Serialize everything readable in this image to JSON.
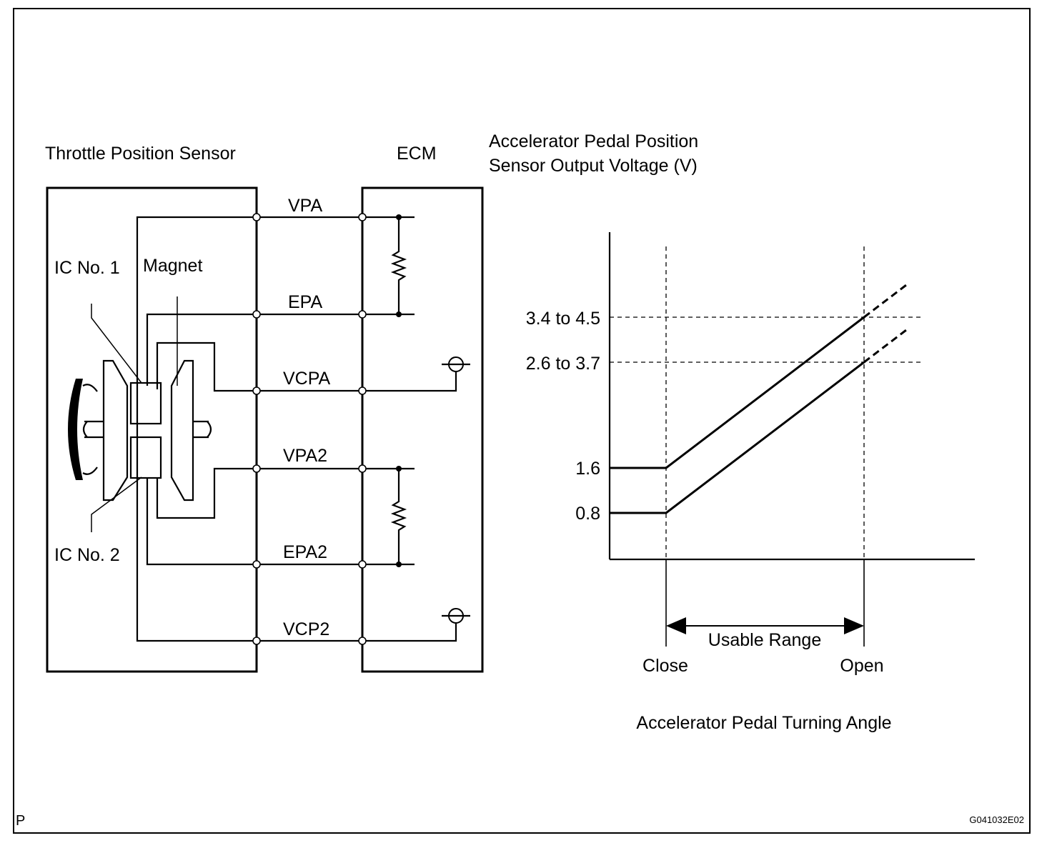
{
  "sensor_title": "Throttle Position Sensor",
  "ecm_title": "ECM",
  "component_labels": {
    "ic1": "IC No. 1",
    "ic2": "IC No. 2",
    "magnet": "Magnet"
  },
  "terminals": [
    "VPA",
    "EPA",
    "VCPA",
    "VPA2",
    "EPA2",
    "VCP2"
  ],
  "graph": {
    "y_title_line1": "Accelerator Pedal Position",
    "y_title_line2": "Sensor Output Voltage (V)",
    "x_title": "Accelerator Pedal Turning Angle",
    "y_ticks": [
      "3.4 to 4.5",
      "2.6 to 3.7",
      "1.6",
      "0.8"
    ],
    "close_label": "Close",
    "open_label": "Open",
    "range_label": "Usable Range"
  },
  "chart_data": {
    "type": "line",
    "xlabel": "Accelerator Pedal Turning Angle",
    "ylabel": "Accelerator Pedal Position Sensor Output Voltage (V)",
    "x_categories": [
      "Close",
      "Open"
    ],
    "series": [
      {
        "values_text": [
          "1.6",
          "3.4 to 4.5"
        ]
      },
      {
        "values_text": [
          "0.8",
          "2.6 to 3.7"
        ]
      }
    ]
  },
  "footer": {
    "corner_mark": "P",
    "figure_code": "G041032E02"
  }
}
